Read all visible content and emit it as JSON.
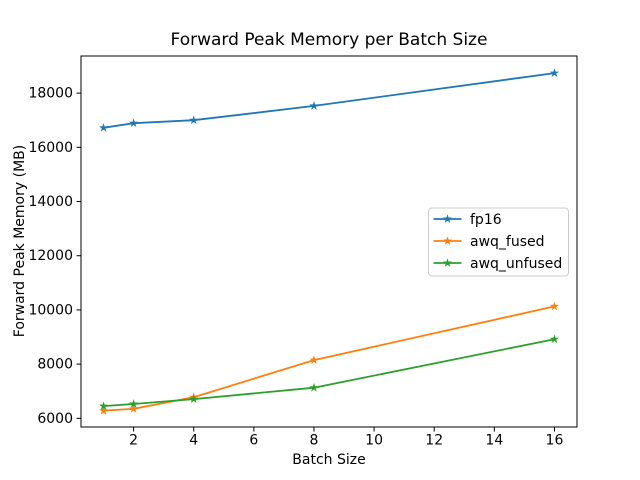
{
  "chart_data": {
    "type": "line",
    "title": "Forward Peak Memory per Batch Size",
    "xlabel": "Batch Size",
    "ylabel": "Forward Peak Memory (MB)",
    "x": [
      1,
      2,
      4,
      8,
      16
    ],
    "series": [
      {
        "name": "fp16",
        "color": "#1f77b4",
        "values": [
          16720,
          16890,
          17000,
          17530,
          18740
        ]
      },
      {
        "name": "awq_fused",
        "color": "#ff7f0e",
        "values": [
          6280,
          6350,
          6780,
          8150,
          10130
        ]
      },
      {
        "name": "awq_unfused",
        "color": "#2ca02c",
        "values": [
          6450,
          6530,
          6710,
          7130,
          8920
        ]
      }
    ],
    "marker": "star",
    "xticks": [
      2,
      4,
      6,
      8,
      10,
      12,
      14,
      16
    ],
    "yticks": [
      6000,
      8000,
      10000,
      12000,
      14000,
      16000,
      18000
    ],
    "xlim": [
      0.25,
      16.75
    ],
    "ylim": [
      5680,
      19370
    ],
    "grid": false,
    "legend_position": "center-right",
    "background_color": "#ffffff",
    "text_color": "#000000",
    "spine_color": "#000000",
    "legend_frame_color": "#cccccc"
  }
}
